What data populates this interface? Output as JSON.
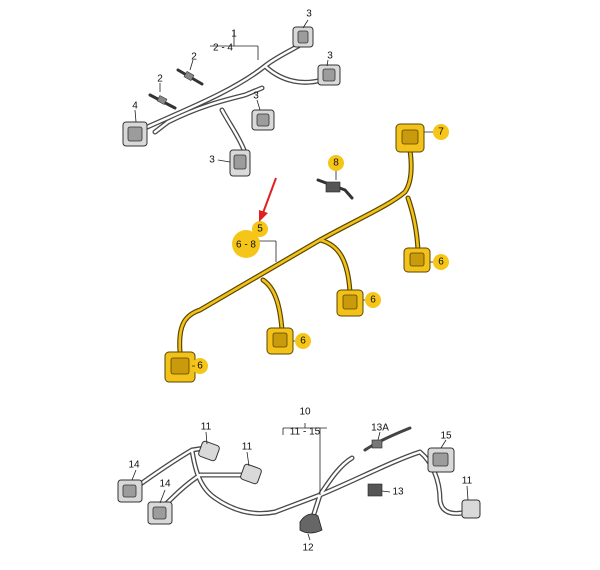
{
  "labels": {
    "c1": "1",
    "c1_range": "2 - 4",
    "c2a": "2",
    "c2b": "2",
    "c3a": "3",
    "c3b": "3",
    "c3c": "3",
    "c3d": "3",
    "c4": "4",
    "c5": "5",
    "c5_range": "6 - 8",
    "c6a": "6",
    "c6b": "6",
    "c6c": "6",
    "c6d": "6",
    "c7": "7",
    "c8": "8",
    "c10": "10",
    "c10_range": "11 - 15",
    "c11a": "11",
    "c11b": "11",
    "c11c": "11",
    "c12": "12",
    "c13": "13",
    "c13a": "13A",
    "c14a": "14",
    "c14b": "14",
    "c15": "15"
  },
  "colors": {
    "highlight": "#f5c518",
    "wire_yellow": "#f3c21a",
    "wire_grey": "#4a4a4a",
    "arrow": "#e02020"
  },
  "icons": [
    "red-arrow-icon",
    "connector-icon",
    "clip-icon"
  ]
}
